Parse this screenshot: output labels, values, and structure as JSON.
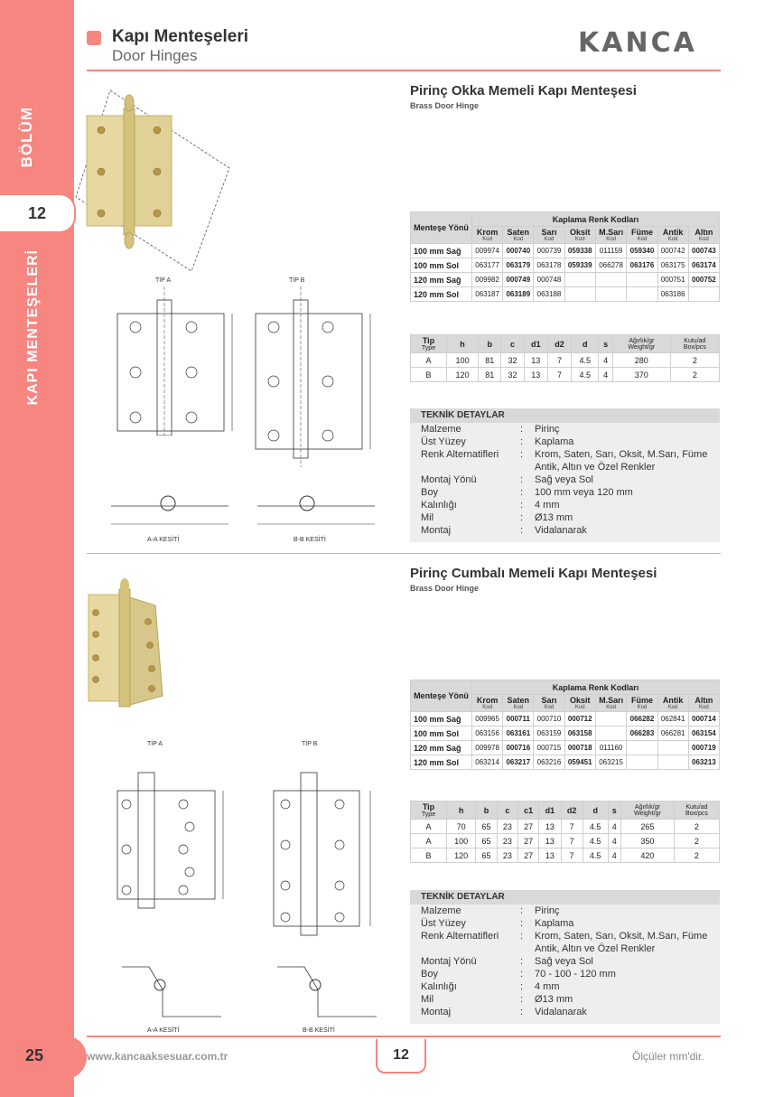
{
  "colors": {
    "accent": "#f78580",
    "brass": "#e6d8a0"
  },
  "sidebar": {
    "section_label": "BÖLÜM",
    "section_number": "12",
    "title": "KAPI MENTEŞELERİ",
    "page_number": "25"
  },
  "header": {
    "title_tr": "Kapı Menteşeleri",
    "title_en": "Door Hinges",
    "brand": "KANCA"
  },
  "product1": {
    "title": "Pirinç Okka Memeli Kapı Menteşesi",
    "subtitle": "Brass Door Hinge",
    "color_table": {
      "h_direction": "Menteşe Yönü",
      "h_group": "Kaplama Renk Kodları",
      "cols": [
        "Krom",
        "Saten",
        "Sarı",
        "Oksit",
        "M.Sarı",
        "Füme",
        "Antik",
        "Altın"
      ],
      "kod": "Kod",
      "rows": [
        {
          "label": "100 mm Sağ",
          "vals": [
            "009974",
            "000740",
            "000739",
            "059338",
            "011159",
            "059340",
            "000742",
            "000743"
          ]
        },
        {
          "label": "100 mm Sol",
          "vals": [
            "063177",
            "063179",
            "063178",
            "059339",
            "066278",
            "063176",
            "063175",
            "063174"
          ]
        },
        {
          "label": "120 mm Sağ",
          "vals": [
            "009982",
            "000749",
            "000748",
            "",
            "",
            "",
            "000751",
            "000752"
          ]
        },
        {
          "label": "120 mm Sol",
          "vals": [
            "063187",
            "063189",
            "063188",
            "",
            "",
            "",
            "063186",
            ""
          ]
        }
      ]
    },
    "dim_table": {
      "h_tip": "Tip",
      "h_type": "Type",
      "cols": [
        "h",
        "b",
        "c",
        "d1",
        "d2",
        "d",
        "s"
      ],
      "h_weight": "Ağırlık/gr",
      "h_weight2": "Weight/gr",
      "h_box": "Kutu/ad",
      "h_box2": "Box/pcs",
      "rows": [
        {
          "tip": "A",
          "vals": [
            "100",
            "81",
            "32",
            "13",
            "7",
            "4.5",
            "4",
            "280",
            "2"
          ]
        },
        {
          "tip": "B",
          "vals": [
            "120",
            "81",
            "32",
            "13",
            "7",
            "4.5",
            "4",
            "370",
            "2"
          ]
        }
      ]
    },
    "tech": {
      "heading": "TEKNİK DETAYLAR",
      "rows": [
        {
          "k": "Malzeme",
          "v": "Pirinç"
        },
        {
          "k": "Üst Yüzey",
          "v": "Kaplama"
        },
        {
          "k": "Renk Alternatifleri",
          "v": "Krom, Saten, Sarı, Oksit, M.Sarı, Füme"
        },
        {
          "k": "",
          "v": "Antik, Altın ve Özel Renkler"
        },
        {
          "k": "Montaj Yönü",
          "v": "Sağ veya Sol"
        },
        {
          "k": "Boy",
          "v": "100 mm veya 120 mm"
        },
        {
          "k": "Kalınlığı",
          "v": "4 mm"
        },
        {
          "k": "Mil",
          "v": "Ø13 mm"
        },
        {
          "k": "Montaj",
          "v": "Vidalanarak"
        }
      ]
    },
    "drawings": {
      "tipA": "TİP A",
      "tipB": "TİP B",
      "secA": "A-A KESİTİ",
      "secB": "B-B KESİTİ"
    }
  },
  "product2": {
    "title": "Pirinç Cumbalı Memeli Kapı Menteşesi",
    "subtitle": "Brass Door Hinge",
    "color_table": {
      "h_direction": "Menteşe Yönü",
      "h_group": "Kaplama Renk Kodları",
      "cols": [
        "Krom",
        "Saten",
        "Sarı",
        "Oksit",
        "M.Sarı",
        "Füme",
        "Antik",
        "Altın"
      ],
      "kod": "Kod",
      "rows": [
        {
          "label": "100 mm Sağ",
          "vals": [
            "009965",
            "000711",
            "000710",
            "000712",
            "",
            "066282",
            "062841",
            "000714"
          ]
        },
        {
          "label": "100 mm Sol",
          "vals": [
            "063156",
            "063161",
            "063159",
            "063158",
            "",
            "066283",
            "066281",
            "063154"
          ]
        },
        {
          "label": "120 mm Sağ",
          "vals": [
            "009978",
            "000716",
            "000715",
            "000718",
            "011160",
            "",
            "",
            "000719"
          ]
        },
        {
          "label": "120 mm Sol",
          "vals": [
            "063214",
            "063217",
            "063216",
            "059451",
            "063215",
            "",
            "",
            "063213"
          ]
        }
      ]
    },
    "dim_table": {
      "h_tip": "Tip",
      "h_type": "Type",
      "cols": [
        "h",
        "b",
        "c",
        "c1",
        "d1",
        "d2",
        "d",
        "s"
      ],
      "h_weight": "Ağırlık/gr",
      "h_weight2": "Weight/gr",
      "h_box": "Kutu/ad",
      "h_box2": "Box/pcs",
      "rows": [
        {
          "tip": "A",
          "vals": [
            "70",
            "65",
            "23",
            "27",
            "13",
            "7",
            "4.5",
            "4",
            "265",
            "2"
          ]
        },
        {
          "tip": "A",
          "vals": [
            "100",
            "65",
            "23",
            "27",
            "13",
            "7",
            "4.5",
            "4",
            "350",
            "2"
          ]
        },
        {
          "tip": "B",
          "vals": [
            "120",
            "65",
            "23",
            "27",
            "13",
            "7",
            "4.5",
            "4",
            "420",
            "2"
          ]
        }
      ]
    },
    "tech": {
      "heading": "TEKNİK DETAYLAR",
      "rows": [
        {
          "k": "Malzeme",
          "v": "Pirinç"
        },
        {
          "k": "Üst Yüzey",
          "v": "Kaplama"
        },
        {
          "k": "Renk Alternatifleri",
          "v": "Krom, Saten, Sarı, Oksit, M.Sarı, Füme"
        },
        {
          "k": "",
          "v": "Antik, Altın ve Özel Renkler"
        },
        {
          "k": "Montaj Yönü",
          "v": "Sağ veya Sol"
        },
        {
          "k": "Boy",
          "v": "70 - 100 - 120 mm"
        },
        {
          "k": "Kalınlığı",
          "v": "4 mm"
        },
        {
          "k": "Mil",
          "v": "Ø13 mm"
        },
        {
          "k": "Montaj",
          "v": "Vidalanarak"
        }
      ]
    },
    "drawings": {
      "tipA": "TİP A",
      "tipB": "TİP B",
      "secA": "A-A KESİTİ",
      "secB": "B-B KESİTİ"
    }
  },
  "footer": {
    "url": "www.kancaaksesuar.com.tr",
    "page": "12",
    "note": "Ölçüler mm'dir."
  }
}
